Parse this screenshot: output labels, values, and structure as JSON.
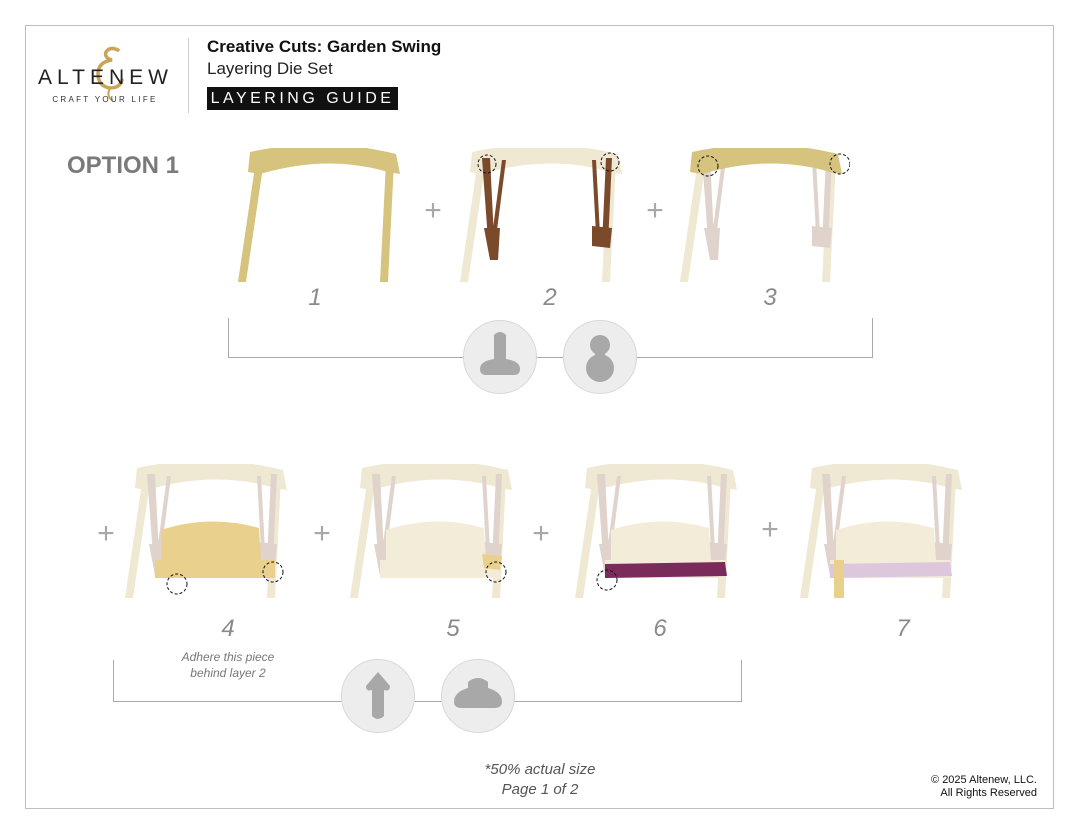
{
  "brand": {
    "name": "ALTENEW",
    "tagline": "CRAFT YOUR LIFE",
    "logo_mark": "&"
  },
  "header": {
    "title": "Creative Cuts: Garden Swing",
    "subtitle": "Layering Die Set",
    "badge": "LAYERING GUIDE"
  },
  "option_label": "OPTION 1",
  "steps": [
    {
      "number": "1"
    },
    {
      "number": "2"
    },
    {
      "number": "3"
    },
    {
      "number": "4",
      "note_line1": "Adhere this piece",
      "note_line2": "behind layer 2"
    },
    {
      "number": "5"
    },
    {
      "number": "6"
    },
    {
      "number": "7"
    }
  ],
  "plus": "+",
  "dies_row1": [
    {
      "icon": "t-shape-die-icon"
    },
    {
      "icon": "keyhole-die-icon"
    }
  ],
  "dies_row2": [
    {
      "icon": "arrow-die-icon"
    },
    {
      "icon": "t-shape-die-icon"
    }
  ],
  "colors": {
    "gold": "#d6c37e",
    "cream": "#efe8d2",
    "brown": "#7b4a2b",
    "faint": "#dfd3cc",
    "seat": "#e9d08d",
    "purple": "#7a2b5c",
    "lilac": "#dcc7dc",
    "die": "#a8a8a8"
  },
  "footer": {
    "scale": "*50% actual size",
    "page": "Page 1 of 2",
    "copyright": "© 2025 Altenew, LLC.",
    "rights": "All Rights Reserved"
  }
}
